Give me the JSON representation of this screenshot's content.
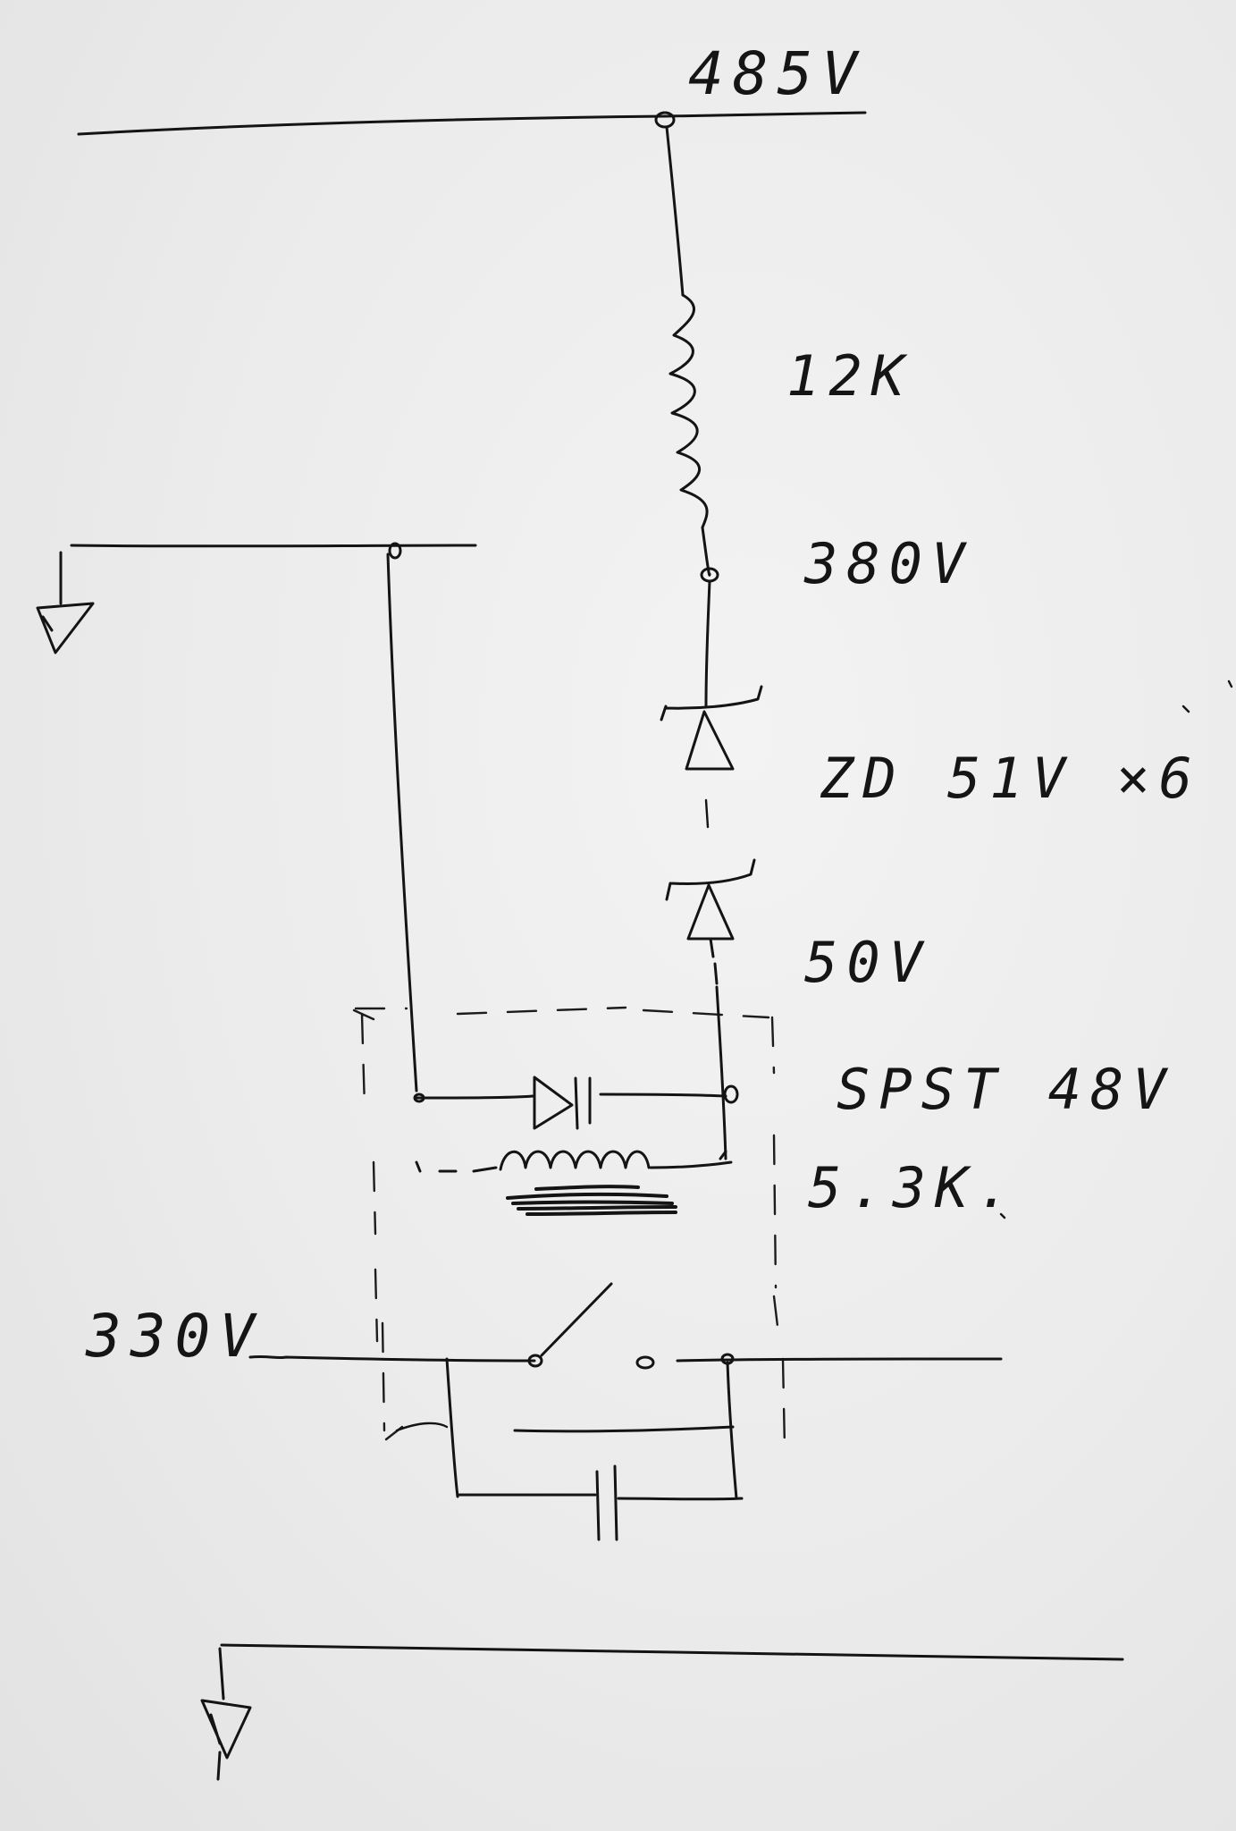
{
  "supply": {
    "voltage": "485V"
  },
  "resistor": {
    "value": "12K"
  },
  "node_mid": {
    "voltage": "380V"
  },
  "zener": {
    "label": "ZD 51V ×6"
  },
  "node_low": {
    "voltage": "50V"
  },
  "relay": {
    "label": "SPST 48V",
    "coil": "5.3K."
  },
  "load": {
    "voltage": "330V"
  }
}
